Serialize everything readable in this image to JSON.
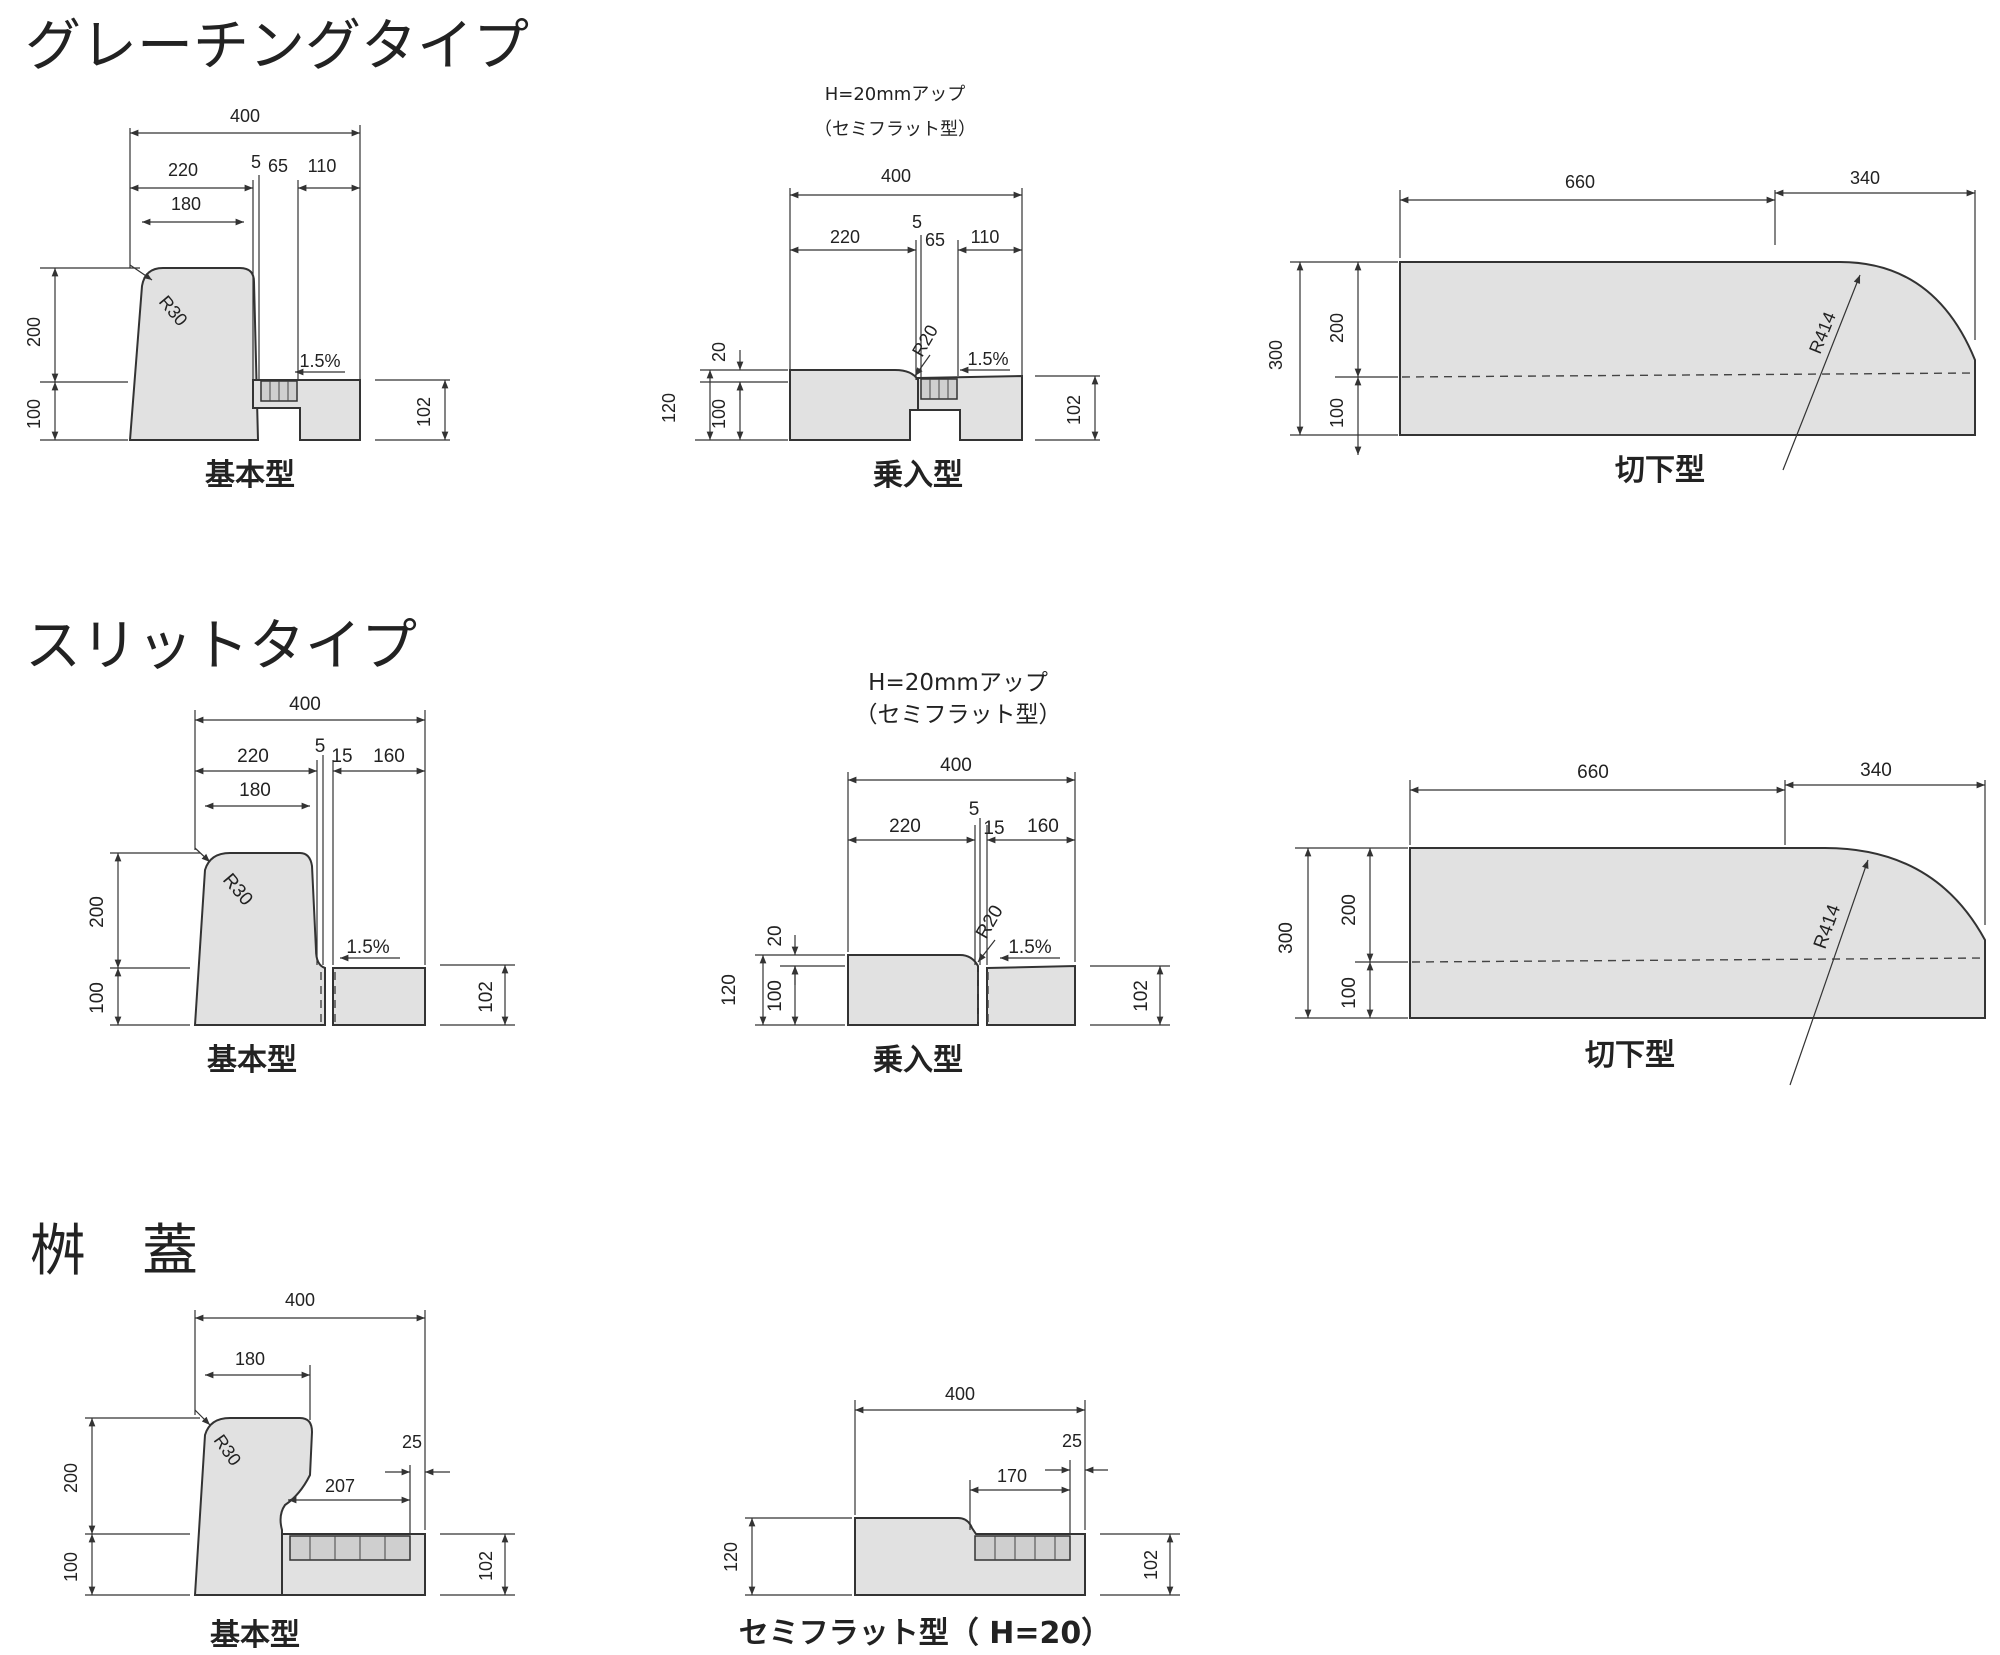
{
  "sections": {
    "grating": "グレーチングタイプ",
    "slit": "スリットタイプ",
    "masu": "桝　蓋"
  },
  "captions": {
    "basic": "基本型",
    "norikomi": "乗入型",
    "kirisage": "切下型",
    "semiflat": "セミフラット型（ H=20）"
  },
  "notes": {
    "h20": "H=20mmアップ",
    "semiflat": "（セミフラット型）",
    "slope": "1.5%"
  },
  "dims": {
    "d400": "400",
    "d220": "220",
    "d180": "180",
    "d5": "5",
    "d65": "65",
    "d110": "110",
    "d15": "15",
    "d160": "160",
    "d200": "200",
    "d100": "100",
    "d102": "102",
    "d120": "120",
    "d20": "20",
    "d660": "660",
    "d340": "340",
    "d300": "300",
    "d25": "25",
    "d207": "207",
    "d170": "170",
    "r30": "R30",
    "r20": "R20",
    "r414": "R414"
  }
}
